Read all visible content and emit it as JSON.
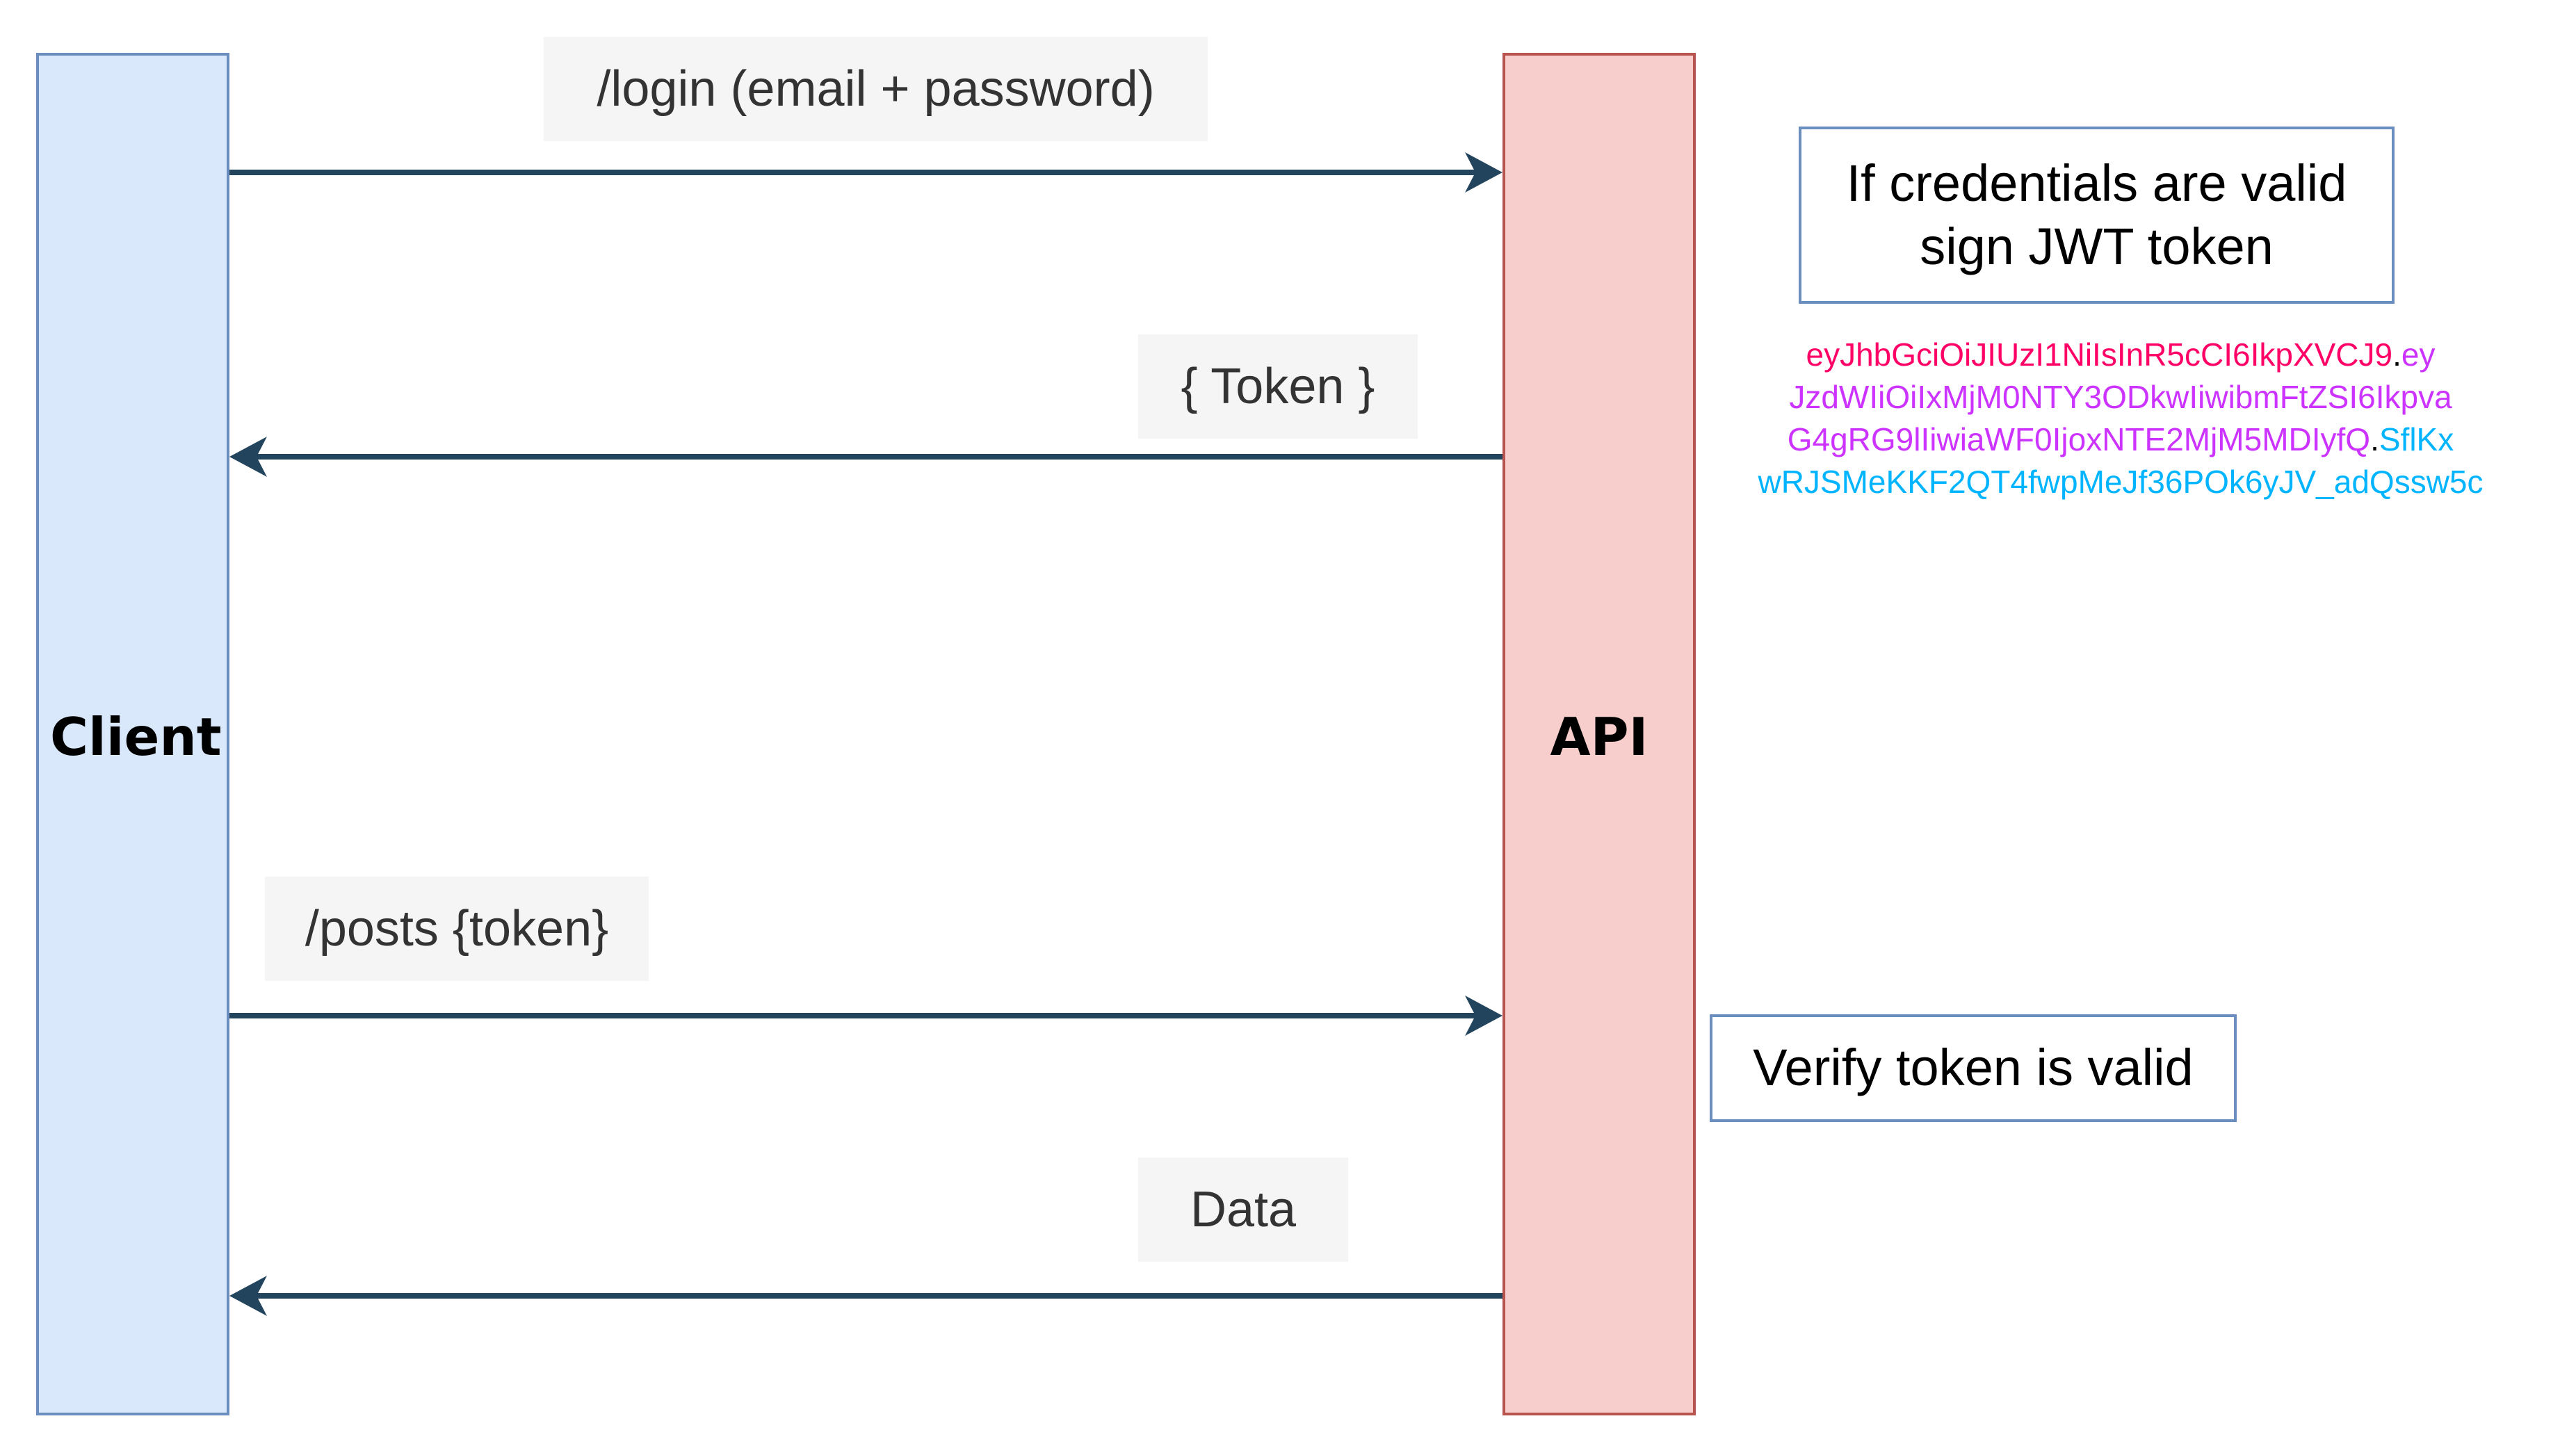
{
  "colors": {
    "client_fill": "#dae8fc",
    "client_stroke": "#6c8ebf",
    "api_fill": "#f8cecc",
    "api_stroke": "#b85450",
    "arrow": "#23445d",
    "label_bg": "#f5f5f5",
    "jwt_header": "#ff0066",
    "jwt_payload": "#cc33ff",
    "jwt_signature": "#00b4ff"
  },
  "participants": {
    "client": "Client",
    "api": "API"
  },
  "messages": [
    {
      "label": "/login (email + password)",
      "from": "client",
      "to": "api"
    },
    {
      "label": "{ Token }",
      "from": "api",
      "to": "client"
    },
    {
      "label": "/posts {token}",
      "from": "client",
      "to": "api"
    },
    {
      "label": "Data",
      "from": "api",
      "to": "client"
    }
  ],
  "notes": {
    "sign": [
      "If credentials are valid",
      "sign JWT token"
    ],
    "verify": "Verify token is valid"
  },
  "jwt_token": [
    [
      {
        "text": "eyJhbGciOiJIUzI1NiIsInR5cCI6IkpXVCJ9",
        "part": "header"
      },
      {
        "text": ".",
        "part": "dot"
      },
      {
        "text": "ey",
        "part": "payload"
      }
    ],
    [
      {
        "text": "JzdWIiOiIxMjM0NTY3ODkwIiwibmFtZSI6Ikpva",
        "part": "payload"
      }
    ],
    [
      {
        "text": "G4gRG9lIiwiaWF0IjoxNTE2MjM5MDIyfQ",
        "part": "payload"
      },
      {
        "text": ".",
        "part": "dot"
      },
      {
        "text": "SflKx",
        "part": "signature"
      }
    ],
    [
      {
        "text": "wRJSMeKKF2QT4fwpMeJf36POk6yJV_adQssw5c",
        "part": "signature"
      }
    ]
  ]
}
